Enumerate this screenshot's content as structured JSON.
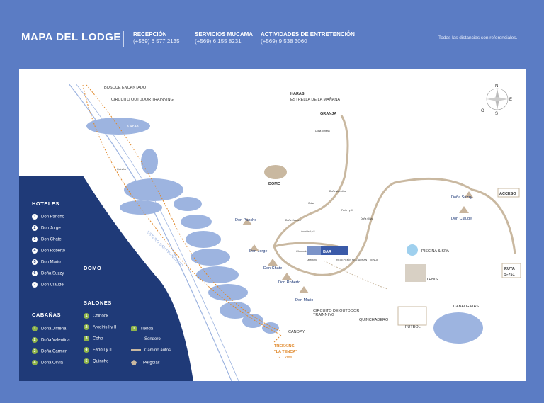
{
  "header": {
    "title": "MAPA DEL LODGE",
    "contacts": [
      {
        "label": "RECEPCIÓN",
        "phone": "(+569) 6 577 2135"
      },
      {
        "label": "SERVICIOS MUCAMA",
        "phone": "(+569) 6 155 8231"
      },
      {
        "label": "ACTIVIDADES DE ENTRETENCIÓN",
        "phone": "(+569) 9 538 3060"
      }
    ],
    "note": "Todas las distancias son referenciales."
  },
  "legend": {
    "hoteles_title": "HOTELES",
    "hoteles": [
      "Don Pancho",
      "Don Jorge",
      "Don Chate",
      "Don Roberto",
      "Don Mario",
      "Doña Suzzy",
      "Don Claude"
    ],
    "domo_title": "DOMO",
    "salones_title": "SALONES",
    "salones": [
      "Chinook",
      "Arcoíris I y II",
      "Coho",
      "Fario I y II",
      "Quincho"
    ],
    "cabanas_title": "CABAÑAS",
    "cabanas": [
      "Doña Jimena",
      "Doña Valentina",
      "Doña Carmen",
      "Doña Olivia"
    ],
    "tienda_label": "Tienda",
    "sendero_label": "Sendero",
    "camino_label": "Camino autos",
    "pergolas_label": "Pérgolas",
    "tienda_num": "1"
  },
  "map": {
    "bosque": "BOSQUE ENCANTADO",
    "circuito_top": "CIRCUITO OUTDOOR TRAINNING",
    "haras": "HARAS",
    "haras_sub": "ESTRELLA DE LA MAÑANA",
    "granja": "GRANJA",
    "kayak": "KAYAK",
    "estero": "ESTERO SAN FRANCISCO",
    "domo": "DOMO",
    "acceso": "ACCESO",
    "ruta_line1": "RUTA",
    "ruta_line2": "S-751",
    "piscina": "PISCINA & SPA",
    "tenis": "TENIS",
    "cabalgatas": "CABALGATAS",
    "quinchadero": "QUINCHADERO",
    "futbol": "FÚTBOL",
    "canopy": "CANOPY",
    "circuito_line1": "CIRCUITO DE OUTDOOR",
    "circuito_line2": "TRAINNING",
    "trekking_line1": "TREKKING",
    "trekking_line2": "\"LA TENCA\"",
    "trekking_dist": "2.1 kms",
    "bar": "BAR",
    "recepcion": "RECEPCIÓN RESTAURANT TIENDA",
    "chinook": "Chinook",
    "directorio": "Directorio",
    "arcoiris": "Arcoíris I y II",
    "hotel_labels": {
      "pancho": "Don Pancho",
      "jorge": "Don Jorge",
      "chate": "Don Chate",
      "roberto": "Don Roberto",
      "mario": "Don Mario",
      "suzzy": "Doña Suzzy",
      "claude": "Don Claude"
    },
    "cab_labels": {
      "jimena": "Doña Jimena",
      "valentina": "Doña Valentina",
      "carmen": "Doña Carmen",
      "olivia": "Doña Olivia",
      "coho": "Coho",
      "fario": "Fario I y II",
      "quincho": "Quincho"
    },
    "compass": {
      "n": "N",
      "e": "E",
      "s": "S",
      "o": "O"
    }
  },
  "colors": {
    "background": "#5b7cc4",
    "legend_panel": "#1f3a78",
    "water": "#9db4e0",
    "road": "#c9b8a0",
    "trail": "#e0882a",
    "hotel": "#c8b49c",
    "green_marker": "#8fb44a"
  }
}
